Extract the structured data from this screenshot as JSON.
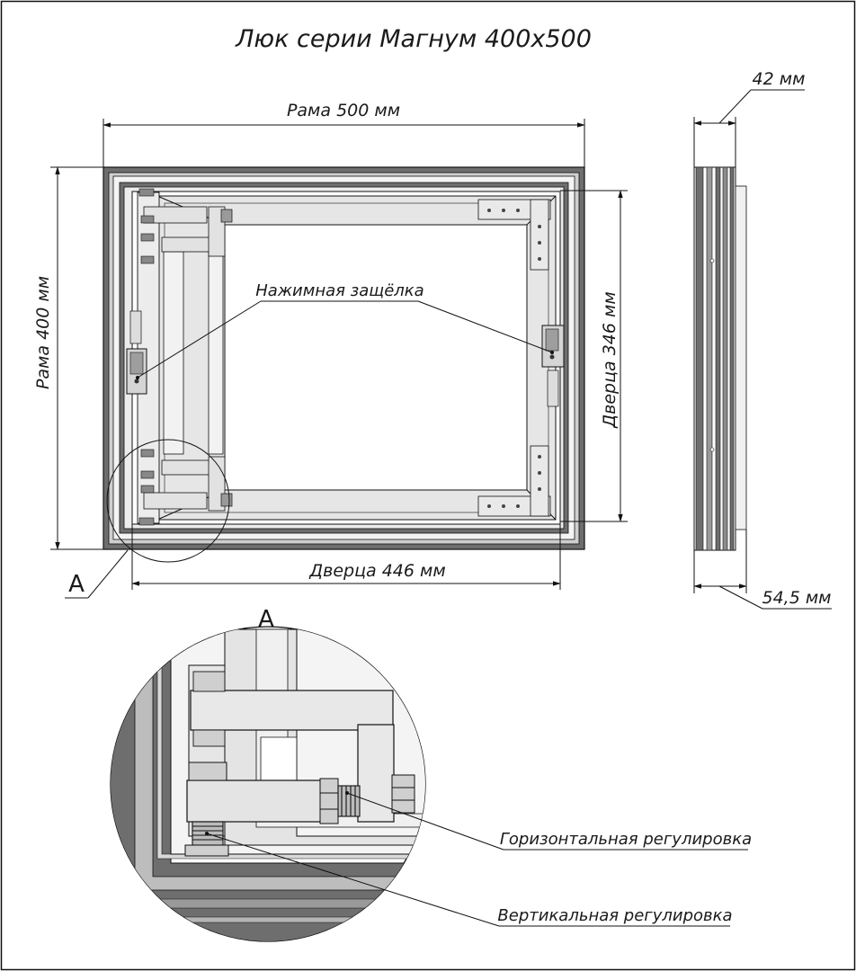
{
  "title": "Люк серии Магнум 400x500",
  "dimensions": {
    "frame_width": "Рама 500 мм",
    "frame_height": "Рама 400 мм",
    "door_width": "Дверца 446 мм",
    "door_height": "Дверца 346 мм",
    "depth_total": "54,5 мм",
    "depth_frame": "42 мм"
  },
  "callouts": {
    "latch": "Нажимная защёлка",
    "horizontal_adjust": "Горизонтальная регулировка",
    "vertical_adjust": "Вертикальная регулировка"
  },
  "detail": {
    "marker": "А",
    "title": "А"
  },
  "colors": {
    "frame_dark": "#6e6e6e",
    "frame_light": "#d8d8d8",
    "metal": "#e4e4e4",
    "line": "#111111"
  }
}
